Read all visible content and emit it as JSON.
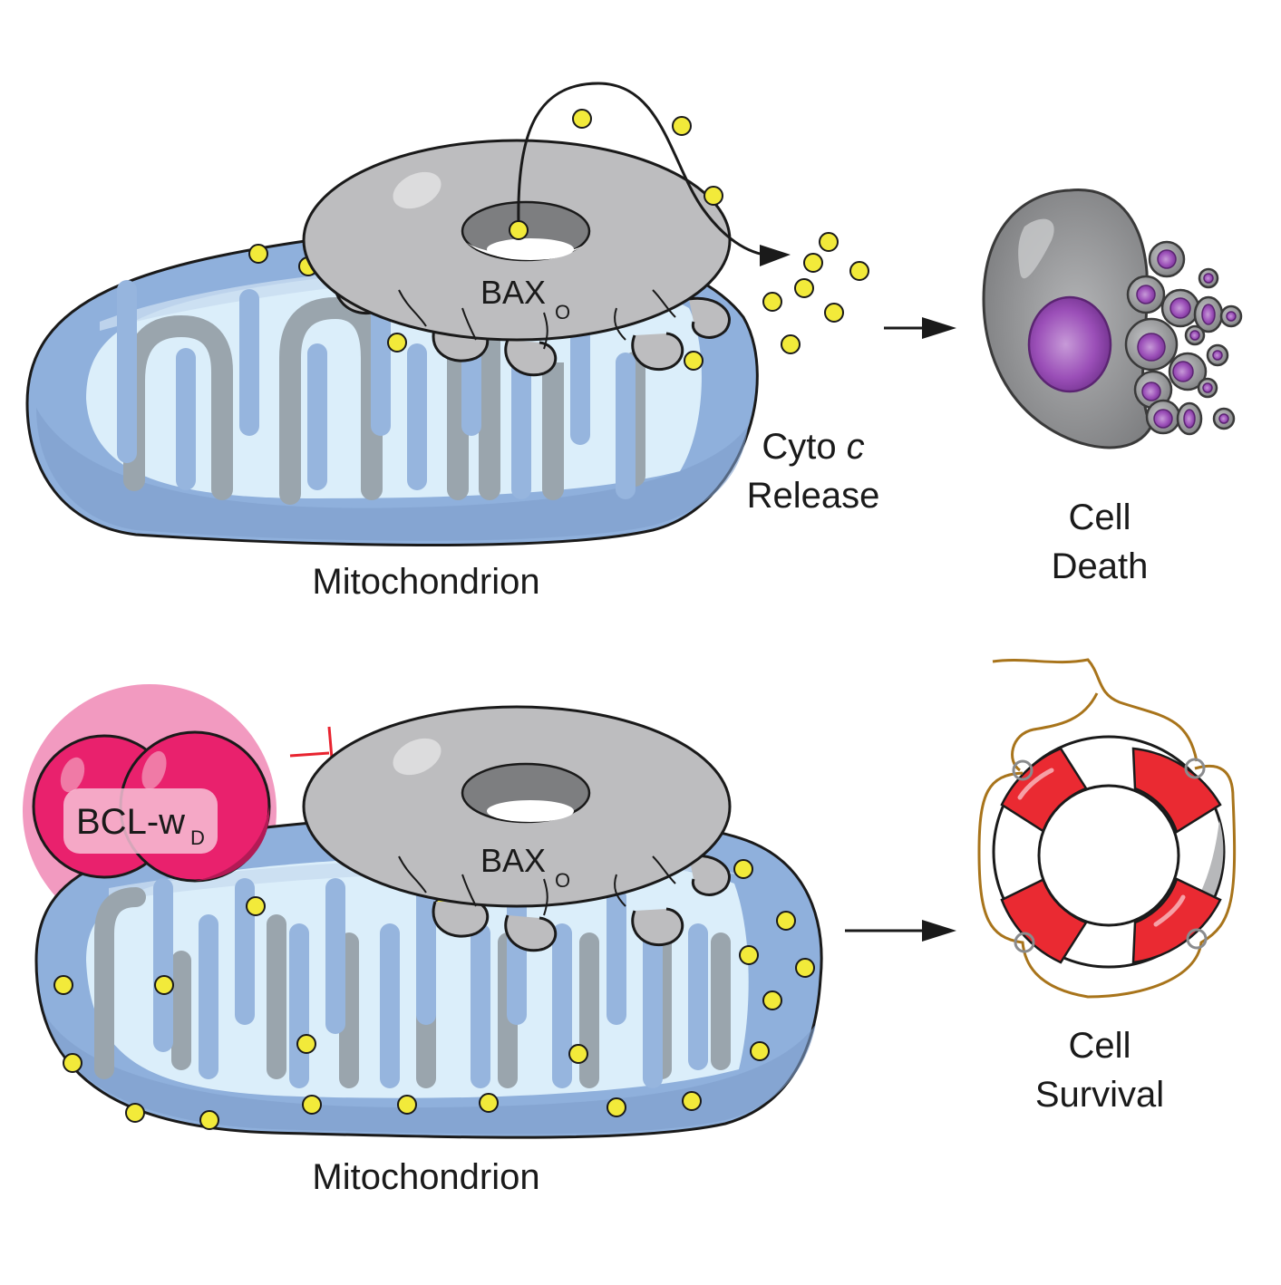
{
  "figure": {
    "type": "schematic",
    "panels": [
      {
        "id": "top",
        "mitochondrion_label": "Mitochondrion",
        "bax_label": "BAX",
        "bax_subscript": "O",
        "release_label_line1": "Cyto ",
        "release_label_italic": "c",
        "release_label_line2": "Release",
        "outcome_line1": "Cell",
        "outcome_line2": "Death"
      },
      {
        "id": "bottom",
        "mitochondrion_label": "Mitochondrion",
        "bax_label": "BAX",
        "bax_subscript": "O",
        "inhibitor_label": "BCL-w",
        "inhibitor_subscript": "D",
        "outcome_line1": "Cell",
        "outcome_line2": "Survival"
      }
    ],
    "colors": {
      "mito_outer": "#8fb0dc",
      "mito_inner": "#dbeefa",
      "cristae": "#96b5de",
      "cristae_shadow": "#9aa5ad",
      "bax": "#bdbdbf",
      "cyto_c": "#f2ea3a",
      "bclw": "#e9216d",
      "bclw_halo": "#f29ac0",
      "apoptotic_cell": "#8a8b8d",
      "nucleus": "#9b4fb8",
      "lifebuoy_red": "#ea2a32",
      "rope": "#a8741b",
      "inhibition": "#e8232f"
    }
  }
}
